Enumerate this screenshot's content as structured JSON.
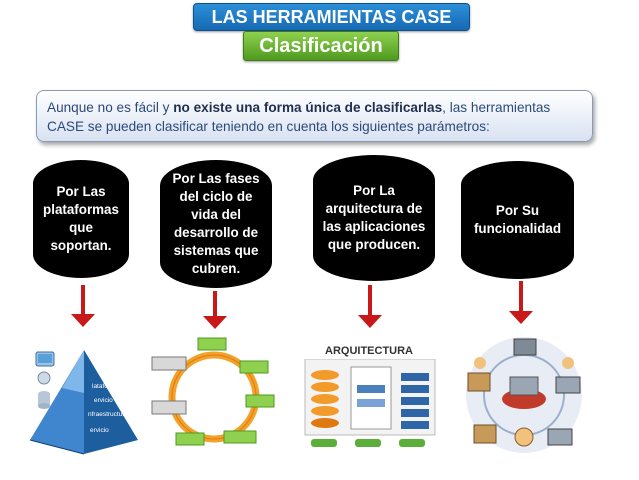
{
  "header": {
    "title": "LAS HERRAMIENTAS CASE",
    "subtitle": "Clasificación"
  },
  "intro": {
    "text_before": "Aunque no es fácil y ",
    "text_bold": "no existe una forma única de clasificarlas",
    "text_after": ", las herramientas CASE se pueden clasificar teniendo en cuenta los siguientes parámetros:"
  },
  "categories": [
    {
      "label": "Por Las plataformas que soportan."
    },
    {
      "label": "Por Las fases del ciclo de vida del desarrollo de sistemas que cubren."
    },
    {
      "label": "Por La arquitectura de las aplicaciones que producen."
    },
    {
      "label": "Por Su funcionalidad"
    }
  ],
  "illustrations": {
    "architecture_title": "ARQUITECTURA",
    "pyramid_labels": [
      "lataforma",
      "ervicio",
      "nfraestructura",
      "ervicio"
    ]
  },
  "colors": {
    "title_blue": "#1f7cc9",
    "subtitle_green": "#6bb536",
    "arrow_red": "#c81818",
    "category_bg": "#000000"
  }
}
